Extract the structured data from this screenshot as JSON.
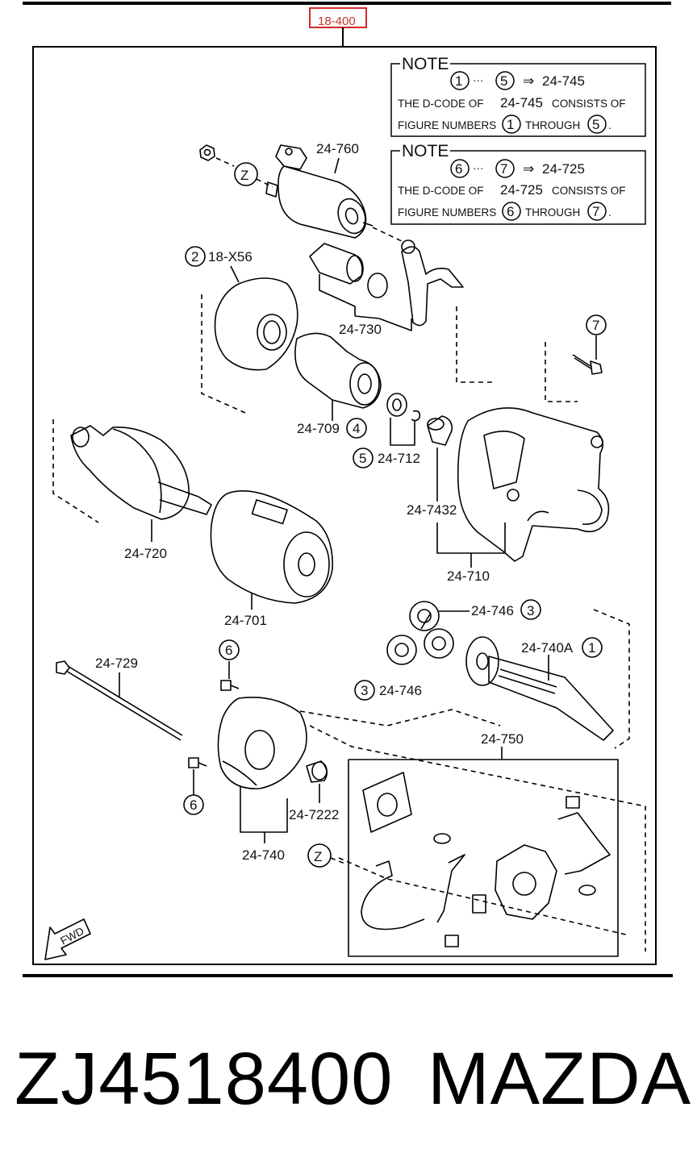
{
  "ref_code": "18-400",
  "notes": [
    {
      "heading": "NOTE",
      "from": "1",
      "to": "5",
      "dots": "···",
      "arrow": "⇒",
      "code": "24-745",
      "line1_a": "THE D-CODE OF",
      "line1_b": "24-745",
      "line1_c": "CONSISTS OF",
      "line2_a": "FIGURE NUMBERS",
      "line2_b": "THROUGH",
      "period": "."
    },
    {
      "heading": "NOTE",
      "from": "6",
      "to": "7",
      "dots": "···",
      "arrow": "⇒",
      "code": "24-725",
      "line1_a": "THE D-CODE OF",
      "line1_b": "24-725",
      "line1_c": "CONSISTS OF",
      "line2_a": "FIGURE NUMBERS",
      "line2_b": "THROUGH",
      "period": "."
    }
  ],
  "parts": {
    "p24_760": "24-760",
    "z_top": "Z",
    "p18_x56_num": "2",
    "p18_x56": "18-X56",
    "p24_730": "24-730",
    "p7_top": "7",
    "p24_709": "24-709",
    "p24_709_num": "4",
    "p24_712_num": "5",
    "p24_712": "24-712",
    "p24_7432": "24-7432",
    "p24_720": "24-720",
    "p24_710": "24-710",
    "p24_701": "24-701",
    "p24_746a": "24-746",
    "p24_746a_num": "3",
    "p24_740a": "24-740A",
    "p24_740a_num": "1",
    "p24_729": "24-729",
    "p6_top": "6",
    "p24_746b_num": "3",
    "p24_746b": "24-746",
    "p24_750": "24-750",
    "p6_bottom": "6",
    "p24_7222": "24-7222",
    "p24_740": "24-740",
    "z_bottom": "Z",
    "fwd": "FWD"
  },
  "footer": {
    "part_number": "ZJ4518400",
    "brand": "MAZDA"
  }
}
